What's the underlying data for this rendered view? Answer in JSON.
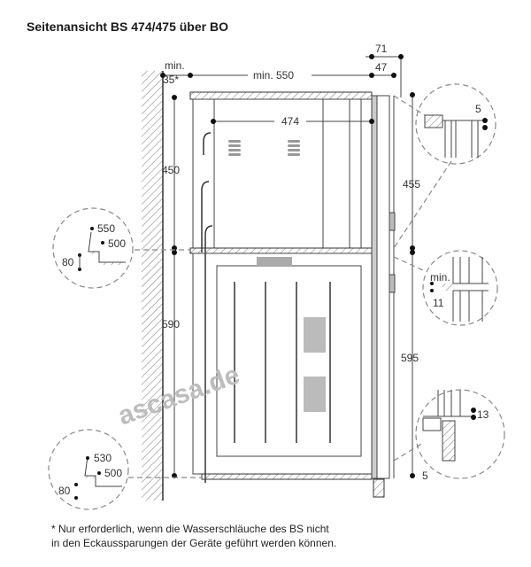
{
  "title": "Seitenansicht BS 474/475 über BO",
  "dimensions": {
    "min_label": "min.",
    "min_35": "35*",
    "min_550": "min. 550",
    "d71": "71",
    "d47": "47",
    "d474": "474",
    "d450": "450",
    "d455": "455",
    "d590": "590",
    "d595": "595",
    "d5_top": "5",
    "d5_bottom": "5",
    "d11": "11",
    "d13": "13",
    "detail_top_550": "550",
    "detail_top_500": "500",
    "detail_top_80": "80",
    "detail_bottom_530": "530",
    "detail_bottom_500": "500",
    "detail_bottom_80": "80"
  },
  "watermark": "ascasa.de",
  "footnote": {
    "line1": "* Nur erforderlich, wenn die Wasserschläuche des BS nicht",
    "line2": "in den Eckaussparungen der Geräte geführt werden können."
  }
}
